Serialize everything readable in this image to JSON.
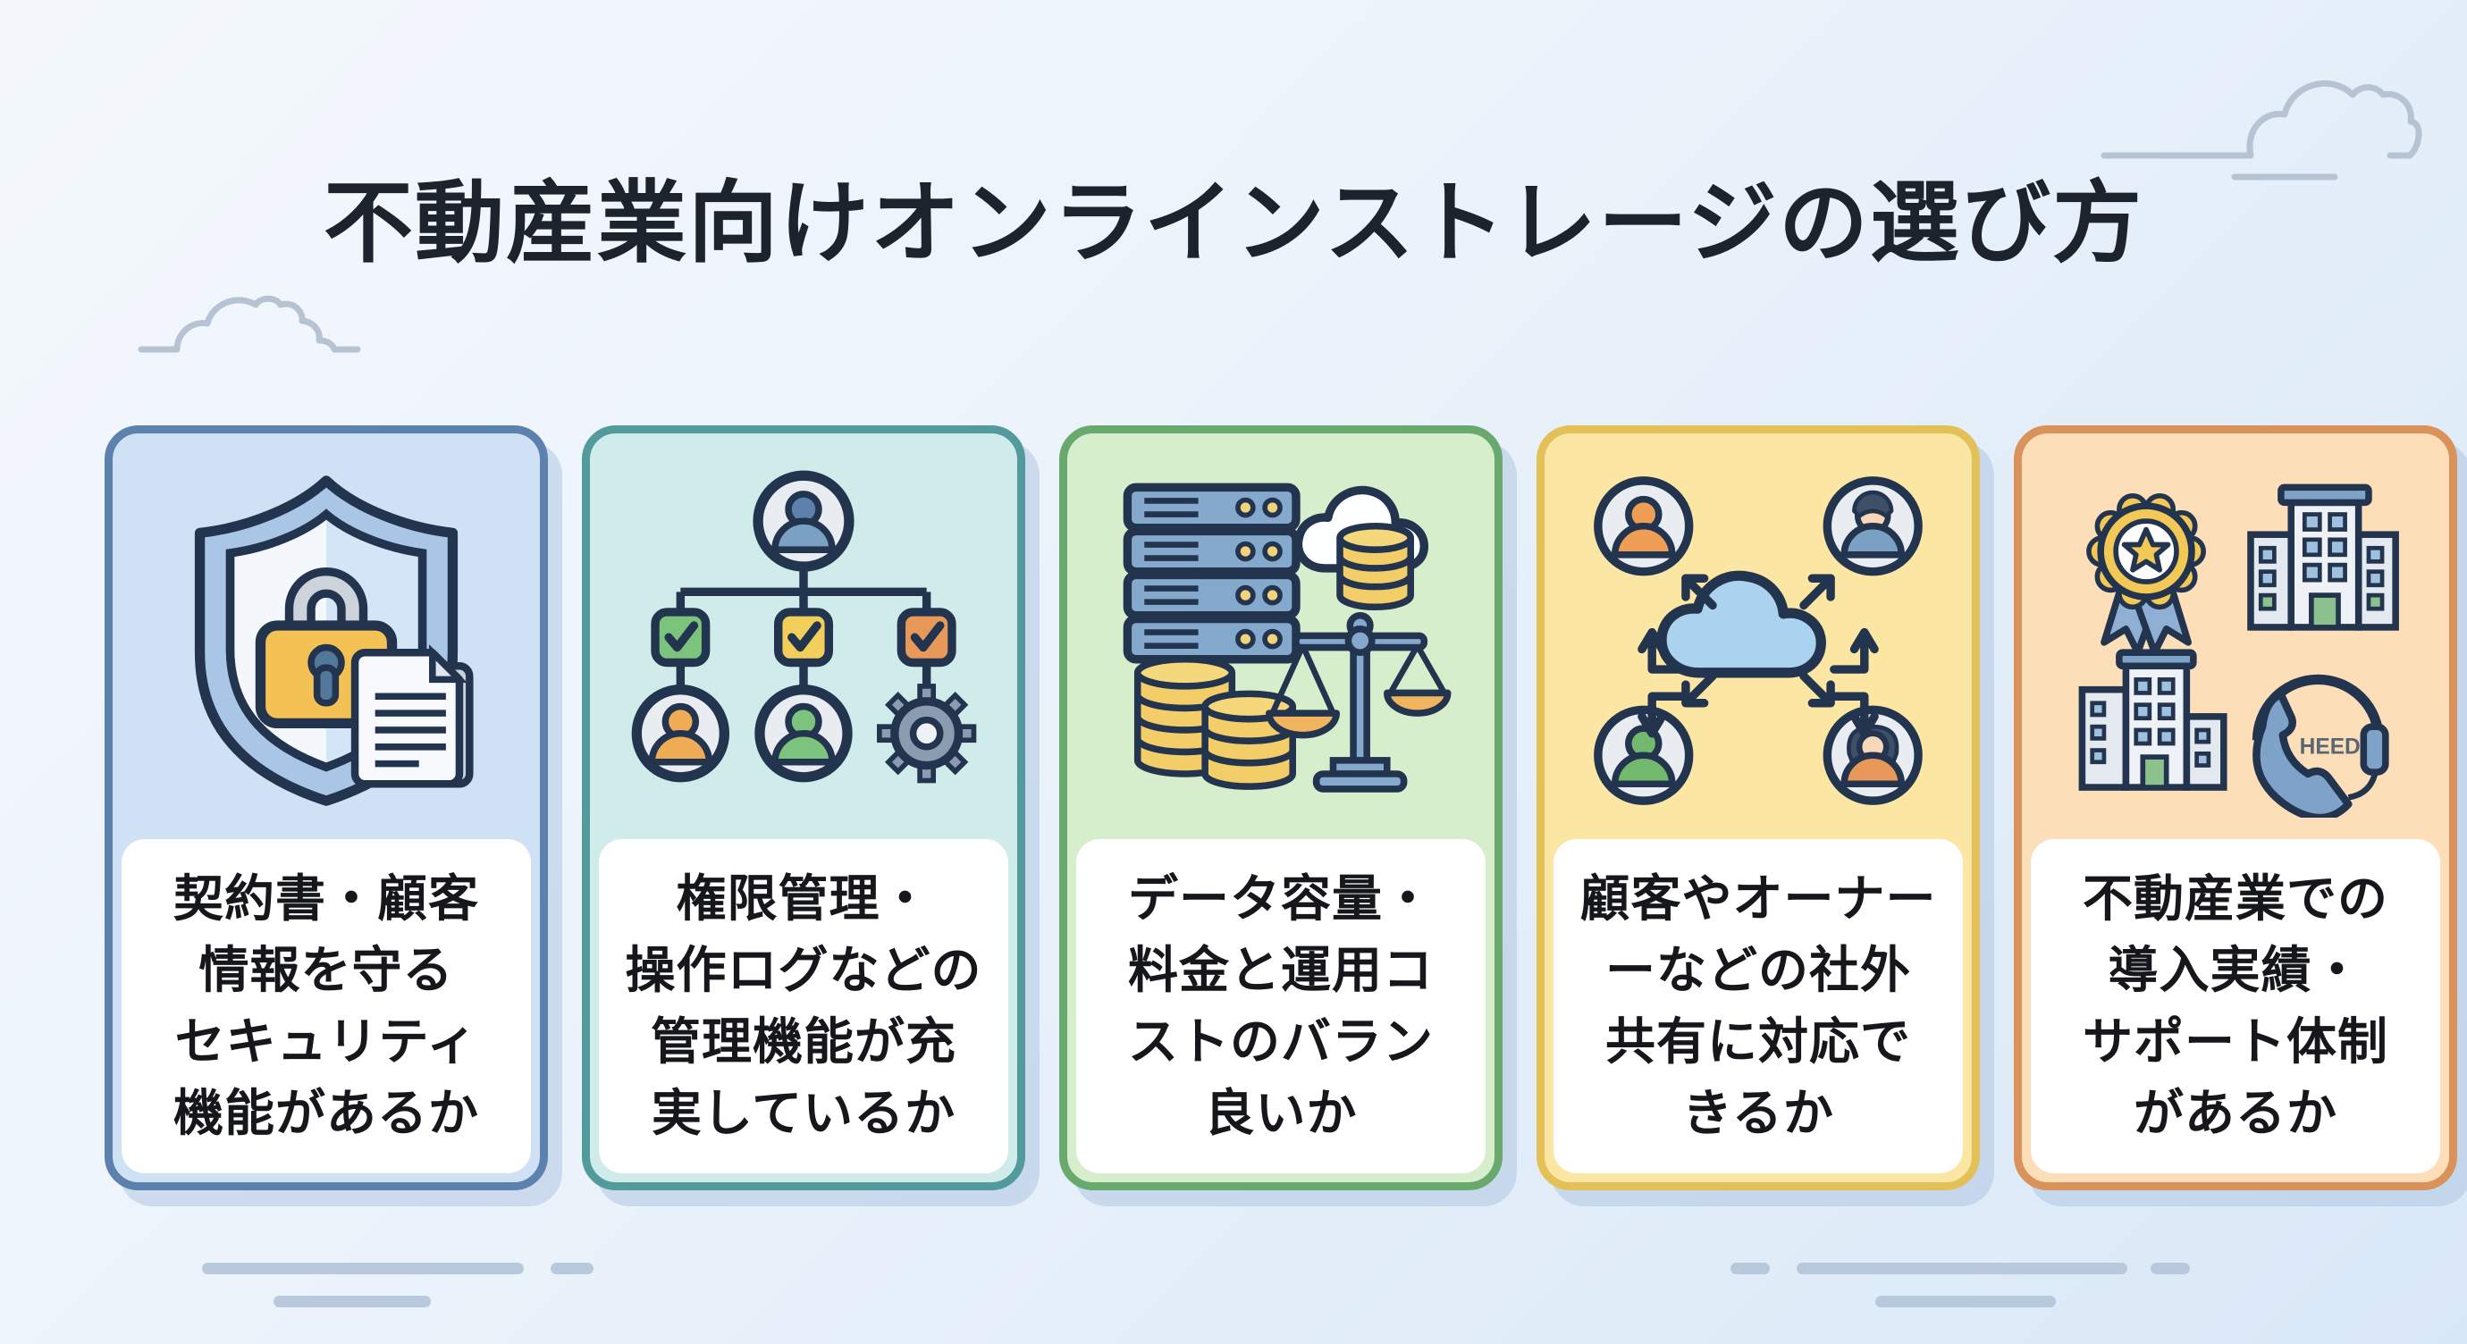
{
  "title": "不動産業向けオンラインストレージの選び方",
  "background": {
    "page_gradient": [
      "#f4f8fc",
      "#d9e8f7"
    ],
    "cloud_outline_color": "#b6c3d3",
    "ground_line_color": "#b9c9dd"
  },
  "cards": [
    {
      "name": "security",
      "icon": "shield-lock-document-icon",
      "fill": "#cfe1f5",
      "border": "#5d81ad",
      "lines": [
        "契約書・顧客",
        "情報を守る",
        "セキュリティ",
        "機能があるか"
      ]
    },
    {
      "name": "admin-controls",
      "icon": "org-chart-permissions-icon",
      "fill": "#cfecea",
      "border": "#529a9b",
      "lines": [
        "権限管理・",
        "操作ログなどの",
        "管理機能が充",
        "実しているか"
      ]
    },
    {
      "name": "cost-balance",
      "icon": "server-cost-balance-icon",
      "fill": "#d7eecd",
      "border": "#6aa96e",
      "lines": [
        "データ容量・",
        "料金と運用コ",
        "ストのバラン",
        "良いか"
      ]
    },
    {
      "name": "external-sharing",
      "icon": "cloud-share-users-icon",
      "fill": "#fbe6a4",
      "border": "#e4c158",
      "lines": [
        "顧客やオーナー",
        "ーなどの社外",
        "共有に対応で",
        "きるか"
      ]
    },
    {
      "name": "track-record-support",
      "icon": "award-buildings-support-icon",
      "fill": "#fcdeb8",
      "border": "#d8925a",
      "lines": [
        "不動産業での",
        "導入実績・",
        "サポート体制",
        "があるか"
      ],
      "artifact_text": "HEED"
    }
  ]
}
